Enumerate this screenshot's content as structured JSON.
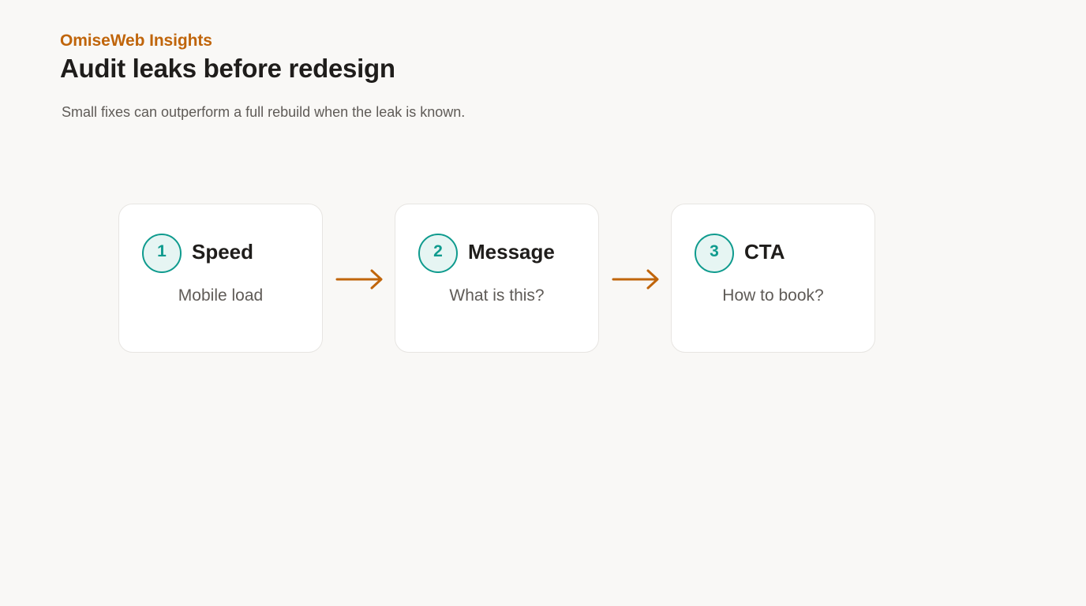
{
  "header": {
    "brand": "OmiseWeb Insights",
    "title": "Audit leaks before redesign",
    "subtitle": "Small fixes can outperform a full rebuild when the leak is known."
  },
  "steps": [
    {
      "number": "1",
      "title": "Speed",
      "description": "Mobile load"
    },
    {
      "number": "2",
      "title": "Message",
      "description": "What is this?"
    },
    {
      "number": "3",
      "title": "CTA",
      "description": "How to book?"
    }
  ],
  "colors": {
    "accent": "#c0650b",
    "teal": "#0f9b8e",
    "teal_light": "#e6f5f3",
    "background": "#f9f8f6",
    "card_border": "#e7e5e2"
  },
  "icons": {
    "connector": "arrow-right-icon"
  }
}
